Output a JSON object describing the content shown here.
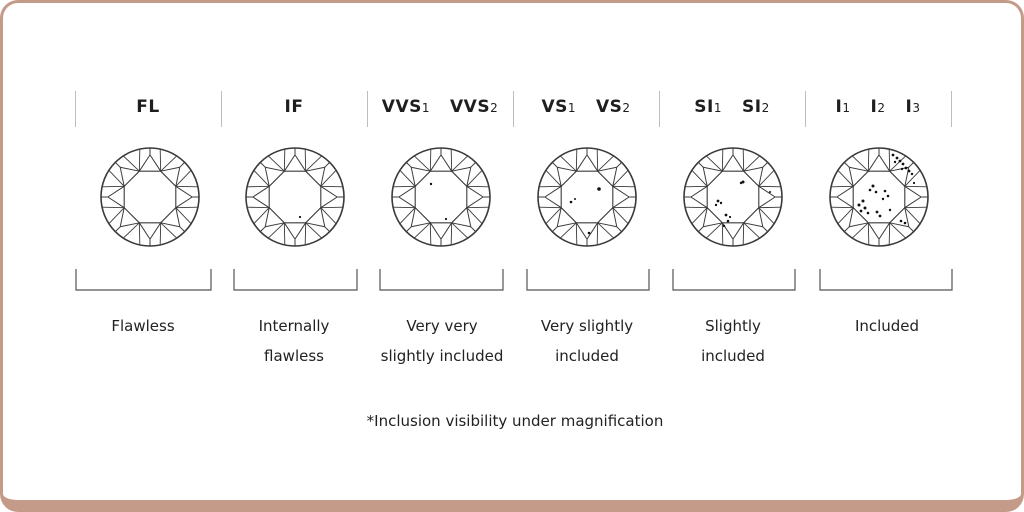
{
  "columns": [
    {
      "grades": [
        {
          "base": "FL",
          "sub": ""
        }
      ],
      "description": [
        "Flawless"
      ]
    },
    {
      "grades": [
        {
          "base": "IF",
          "sub": ""
        }
      ],
      "description": [
        "Internally",
        "flawless"
      ]
    },
    {
      "grades": [
        {
          "base": "VVS",
          "sub": "1"
        },
        {
          "base": "VVS",
          "sub": "2"
        }
      ],
      "description": [
        "Very very",
        "slightly included"
      ]
    },
    {
      "grades": [
        {
          "base": "VS",
          "sub": "1"
        },
        {
          "base": "VS",
          "sub": "2"
        }
      ],
      "description": [
        "Very slightly",
        "included"
      ]
    },
    {
      "grades": [
        {
          "base": "SI",
          "sub": "1"
        },
        {
          "base": "SI",
          "sub": "2"
        }
      ],
      "description": [
        "Slightly",
        "included"
      ]
    },
    {
      "grades": [
        {
          "base": "I",
          "sub": "1"
        },
        {
          "base": "I",
          "sub": "2"
        },
        {
          "base": "I",
          "sub": "3"
        }
      ],
      "description": [
        "Included"
      ]
    }
  ],
  "footnote": "*Inclusion visibility under magnification",
  "colors": {
    "border": "#c49a88",
    "stroke": "#3a3a3a",
    "text": "#1e1e1e"
  }
}
